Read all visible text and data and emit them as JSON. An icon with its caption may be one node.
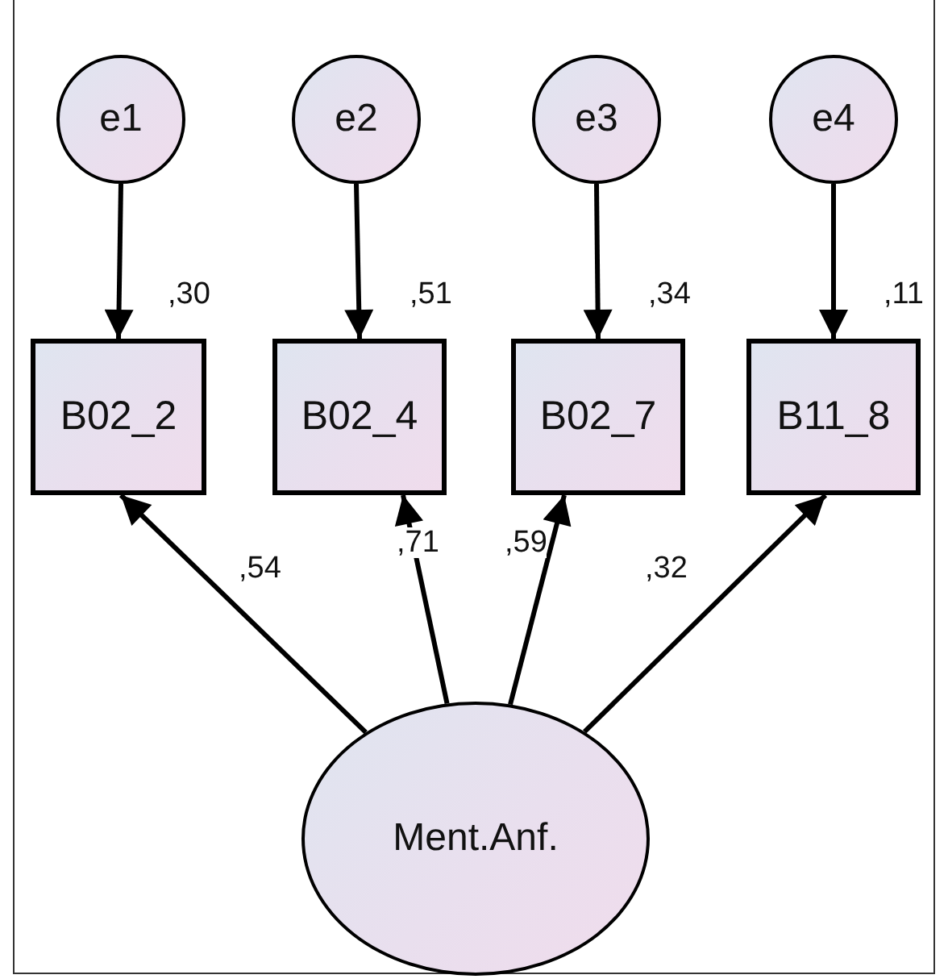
{
  "diagram": {
    "nodes": [
      {
        "text": [
          "e1"
        ]
      },
      {
        "text": [
          "e2"
        ]
      },
      {
        "text": [
          "e3"
        ]
      },
      {
        "text": [
          "e4"
        ]
      },
      {
        "text": [
          "B02_2"
        ],
        "beside": [
          ",30"
        ]
      },
      {
        "text": [
          "B02_4"
        ],
        "beside": [
          ",51"
        ]
      },
      {
        "text": [
          "B02_7"
        ],
        "beside": [
          ",34"
        ]
      },
      {
        "text": [
          "B11_8"
        ],
        "beside": [
          ",11"
        ]
      },
      {
        "text": [
          "Ment.Anf."
        ]
      }
    ],
    "edges": [
      {
        "from": 0,
        "to": 4,
        "arrow": "to"
      },
      {
        "from": 1,
        "to": 5,
        "arrow": "to"
      },
      {
        "from": 2,
        "to": 6,
        "arrow": "to"
      },
      {
        "from": 3,
        "to": 7,
        "arrow": "to"
      },
      {
        "from": 8,
        "to": 4,
        "arrow": "to",
        "label": ",54"
      },
      {
        "from": 8,
        "to": 5,
        "arrow": "to",
        "label": ",71"
      },
      {
        "from": 8,
        "to": 6,
        "arrow": "to",
        "label": ",59"
      },
      {
        "from": 8,
        "to": 7,
        "arrow": "to",
        "label": ",32"
      }
    ]
  }
}
